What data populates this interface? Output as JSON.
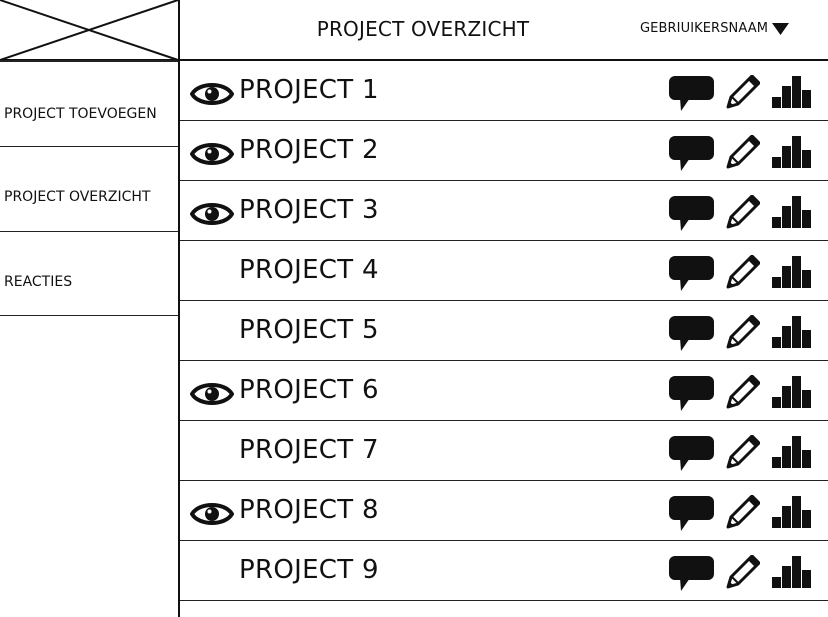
{
  "header": {
    "title": "PROJECT OVERZICHT",
    "username": "GEBRIUIKERSNAAM"
  },
  "sidebar": {
    "items": [
      {
        "label": "PROJECT TOEVOEGEN"
      },
      {
        "label": "PROJECT OVERZICHT"
      },
      {
        "label": "REACTIES"
      }
    ]
  },
  "projects": [
    {
      "name": "PROJECT 1",
      "visible": true
    },
    {
      "name": "PROJECT 2",
      "visible": true
    },
    {
      "name": "PROJECT 3",
      "visible": true
    },
    {
      "name": "PROJECT 4",
      "visible": false
    },
    {
      "name": "PROJECT 5",
      "visible": false
    },
    {
      "name": "PROJECT 6",
      "visible": true
    },
    {
      "name": "PROJECT 7",
      "visible": false
    },
    {
      "name": "PROJECT 8",
      "visible": true
    },
    {
      "name": "PROJECT 9",
      "visible": false
    }
  ],
  "icons": {
    "visibility": "eye-icon",
    "comment": "comment-icon",
    "edit": "pencil-icon",
    "stats": "bar-chart-icon",
    "menu": "caret-down-icon",
    "logo": "image-placeholder-icon"
  },
  "colors": {
    "ink": "#111111",
    "background": "#ffffff"
  }
}
